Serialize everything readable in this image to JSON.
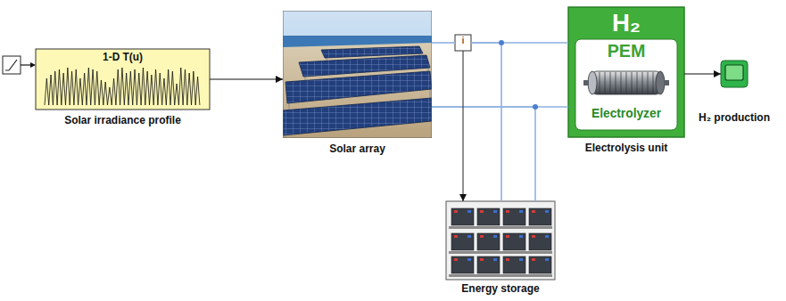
{
  "diagram": {
    "nodes": [
      {
        "text": [
          "1-D T(u)",
          "Solar irradiance profile"
        ]
      },
      {
        "text": [
          "Solar array"
        ]
      },
      {
        "text": [
          "i"
        ]
      },
      {
        "text": [
          "H₂",
          "PEM",
          "Electrolyzer",
          "Electrolysis unit"
        ]
      },
      {
        "text": [
          "H₂ production"
        ]
      },
      {
        "text": [
          "Energy storage"
        ]
      }
    ],
    "edges": [
      {
        "from": 0,
        "to": 1,
        "arrow": "to"
      },
      {
        "from": 1,
        "to": 2,
        "arrow": "none"
      },
      {
        "from": 2,
        "to": 3,
        "arrow": "none"
      },
      {
        "from": 2,
        "to": 5,
        "arrow": "none"
      },
      {
        "from": 1,
        "to": 3,
        "arrow": "none"
      },
      {
        "from": 1,
        "to": 5,
        "arrow": "none"
      },
      {
        "from": 2,
        "to": 5,
        "arrow": "to"
      },
      {
        "from": 3,
        "to": 4,
        "arrow": "to"
      }
    ]
  }
}
